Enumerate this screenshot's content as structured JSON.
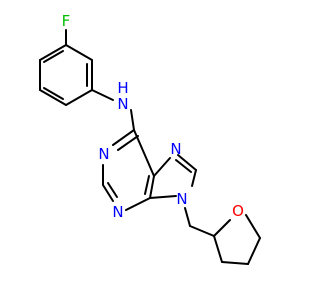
{
  "molecule": {
    "atoms": {
      "f": "F",
      "nh_n": "N",
      "nh_h": "H",
      "n1": "N",
      "n3": "N",
      "n7": "N",
      "n9": "N",
      "o": "O"
    },
    "colors": {
      "nitrogen": "#0000ff",
      "oxygen": "#ff0000",
      "fluorine": "#00c000",
      "bond": "#000000"
    }
  }
}
